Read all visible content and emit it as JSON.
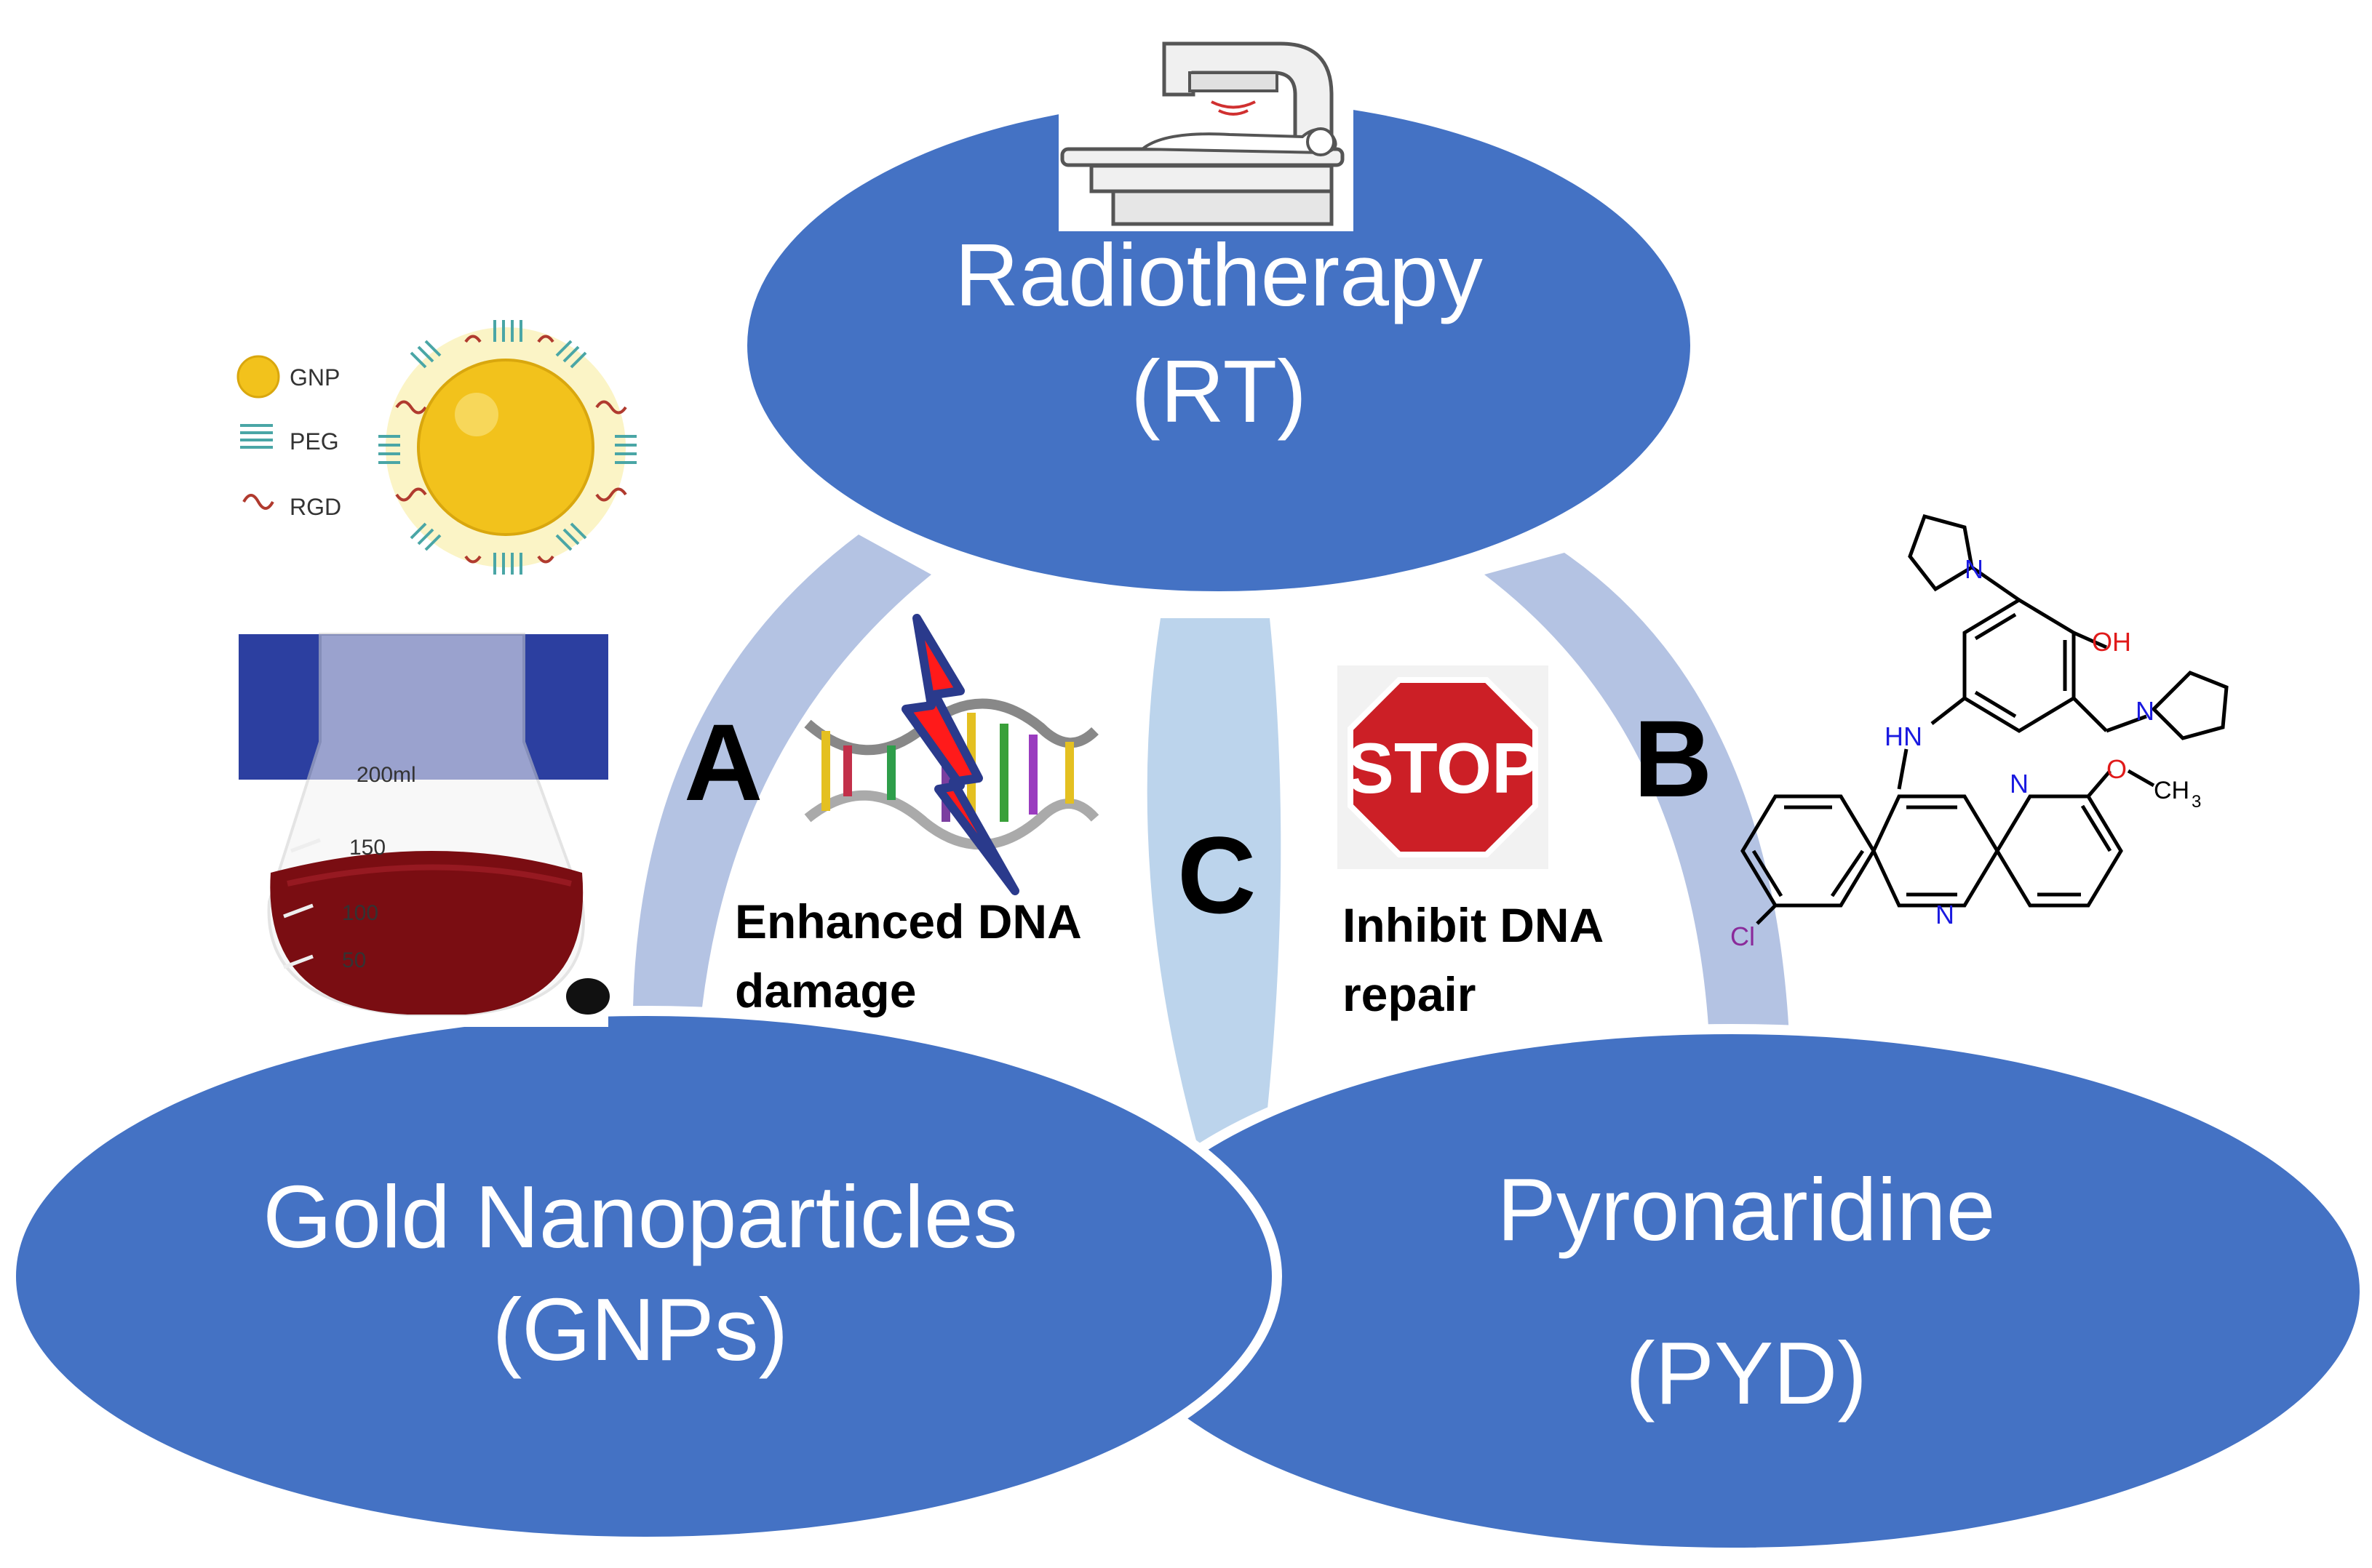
{
  "nodes": {
    "radiotherapy": {
      "line1": "Radiotherapy",
      "line2": "(RT)"
    },
    "gnps": {
      "line1": "Gold Nanoparticles",
      "line2": "(GNPs)"
    },
    "pyd": {
      "line1": "Pyronaridine",
      "line2": "(PYD)"
    }
  },
  "links": {
    "a": {
      "letter": "A",
      "caption_line1": "Enhanced DNA",
      "caption_line2": "damage"
    },
    "b": {
      "letter": "B"
    },
    "c": {
      "letter": "C",
      "caption_line1": "Inhibit DNA",
      "caption_line2": "repair"
    }
  },
  "gnp_legend": {
    "gnp": "GNP",
    "peg": "PEG",
    "rgd": "RGD"
  },
  "flask": {
    "marks": [
      "200ml",
      "150",
      "100",
      "50"
    ]
  },
  "stop_sign": {
    "text": "STOP"
  },
  "molecule": {
    "oh": "OH",
    "hn": "HN",
    "n1": "N",
    "n2": "N",
    "n3": "N",
    "n_ring": "N",
    "cl": "Cl",
    "och3": "O",
    "ch3": "CH",
    "ch3_sub": "3"
  },
  "colors": {
    "ellipse": "#4472c4",
    "arc_light": "#b4c3e3",
    "arc_center": "#bcd4ec",
    "gold": "#f2c21c",
    "flask_liquid": "#7a0d12",
    "flask_bg": "#2c3fa0",
    "stop_red": "#cc1f26"
  }
}
